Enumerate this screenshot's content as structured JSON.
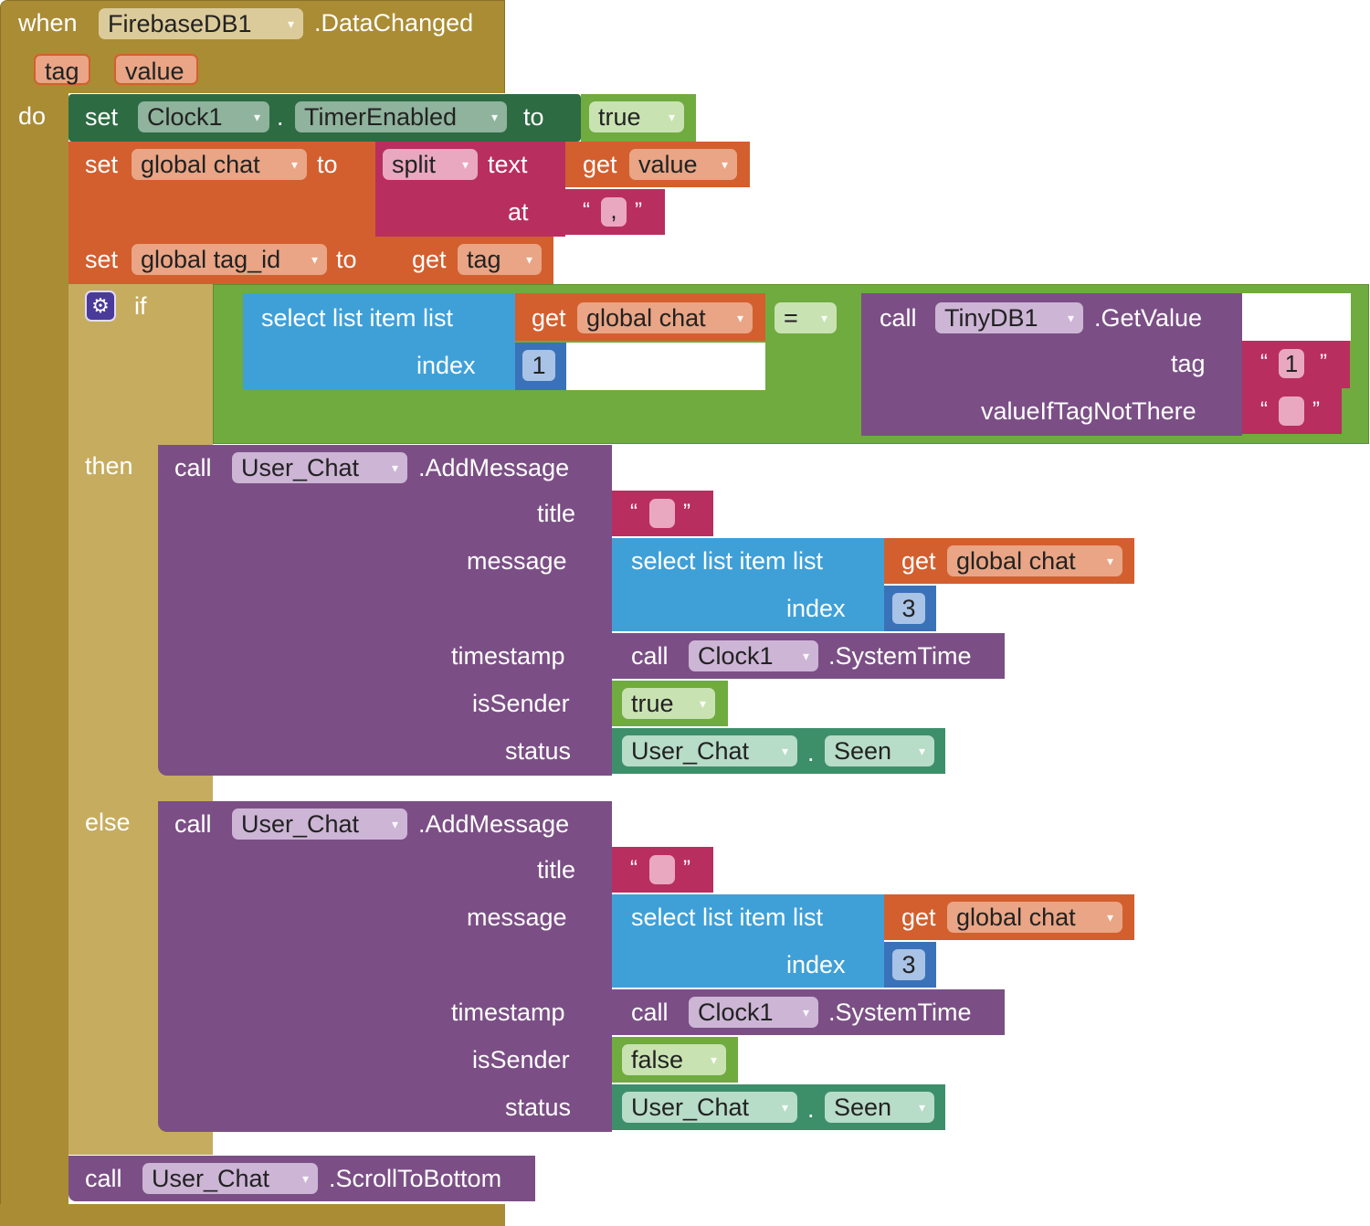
{
  "colors": {
    "event": "#a98c34",
    "event_light": "#c6ac5f",
    "component_set": "#2d6b43",
    "variable": "#d35f2e",
    "variable_light": "#e9a585",
    "text_block": "#b82e5f",
    "list_block": "#3fa0d8",
    "logic_block": "#6fab3e",
    "logic_light": "#c9e2b2",
    "math_block": "#3a72b9",
    "procedure_call": "#7b4f85",
    "procedure_light": "#cdb5d6",
    "component_value": "#3d8f6a",
    "component_light": "#b7dcc8"
  },
  "event_block": {
    "when_label": "when",
    "component": "FirebaseDB1",
    "event_name": ".DataChanged",
    "params": [
      "tag",
      "value"
    ],
    "do_label": "do"
  },
  "set_timer": {
    "set_label": "set",
    "component": "Clock1",
    "dot": ".",
    "property": "TimerEnabled",
    "to_label": "to",
    "value": "true"
  },
  "set_chat": {
    "set_label": "set",
    "variable": "global chat",
    "to_label": "to",
    "split_op": "split",
    "text_label": "text",
    "get_label": "get",
    "get_var": "value",
    "at_label": "at",
    "open_quote": "“",
    "separator": ",",
    "close_quote": "”"
  },
  "set_tag_id": {
    "set_label": "set",
    "variable": "global tag_id",
    "to_label": "to",
    "get_label": "get",
    "get_var": "tag"
  },
  "if_block": {
    "if_label": "if",
    "gear_icon": "gear-icon",
    "select_label": "select list item  list",
    "get_label": "get",
    "get_var": "global chat",
    "index_label": "index",
    "index_value": "1",
    "compare_op": "=",
    "call_label": "call",
    "db_component": "TinyDB1",
    "db_method": ".GetValue",
    "tag_label": "tag",
    "tag_value": "1",
    "value_if_label": "valueIfTagNotThere",
    "then_label": "then",
    "else_label": "else"
  },
  "then_call": {
    "call_label": "call",
    "component": "User_Chat",
    "method": ".AddMessage",
    "title_label": "title",
    "message_label": "message",
    "select_label": "select list item  list",
    "get_label": "get",
    "get_var": "global chat",
    "index_label": "index",
    "index_value": "3",
    "timestamp_label": "timestamp",
    "clock_call": "call",
    "clock_component": "Clock1",
    "clock_method": ".SystemTime",
    "is_sender_label": "isSender",
    "is_sender_value": "true",
    "status_label": "status",
    "status_component": "User_Chat",
    "status_dot": ".",
    "status_value": "Seen"
  },
  "else_call": {
    "call_label": "call",
    "component": "User_Chat",
    "method": ".AddMessage",
    "title_label": "title",
    "message_label": "message",
    "select_label": "select list item  list",
    "get_label": "get",
    "get_var": "global chat",
    "index_label": "index",
    "index_value": "3",
    "timestamp_label": "timestamp",
    "clock_call": "call",
    "clock_component": "Clock1",
    "clock_method": ".SystemTime",
    "is_sender_label": "isSender",
    "is_sender_value": "false",
    "status_label": "status",
    "status_component": "User_Chat",
    "status_dot": ".",
    "status_value": "Seen"
  },
  "scroll_call": {
    "call_label": "call",
    "component": "User_Chat",
    "method": ".ScrollToBottom"
  },
  "arrow_glyph": "▾"
}
